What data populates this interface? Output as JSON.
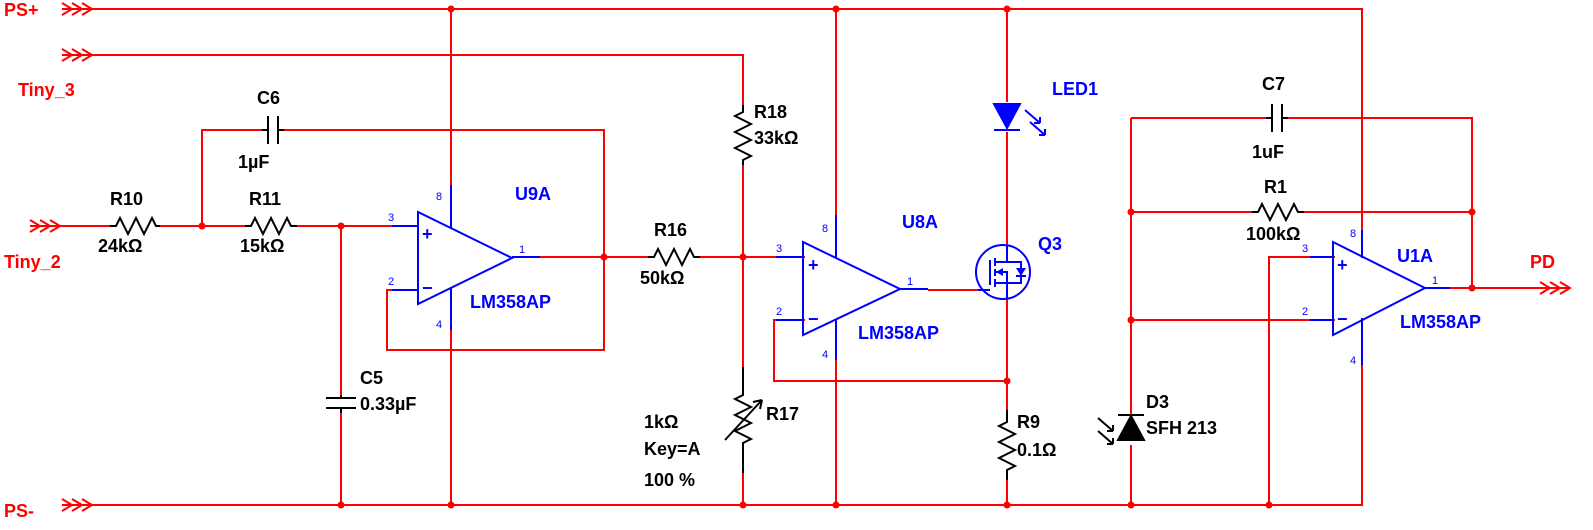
{
  "nets": {
    "ps_plus": "PS+",
    "ps_minus": "PS-",
    "tiny3": "Tiny_3",
    "tiny2": "Tiny_2",
    "pd": "PD"
  },
  "components": {
    "r10": {
      "ref": "R10",
      "value": "24kΩ"
    },
    "r11": {
      "ref": "R11",
      "value": "15kΩ"
    },
    "c6": {
      "ref": "C6",
      "value": "1µF"
    },
    "c5": {
      "ref": "C5",
      "value": "0.33µF"
    },
    "u9a": {
      "ref": "U9A",
      "part": "LM358AP"
    },
    "r16": {
      "ref": "R16",
      "value": "50kΩ"
    },
    "r18": {
      "ref": "R18",
      "value": "33kΩ"
    },
    "r17": {
      "ref": "R17",
      "value": "1kΩ",
      "key": "Key=A",
      "setting": "100 %"
    },
    "u8a": {
      "ref": "U8A",
      "part": "LM358AP"
    },
    "led1": {
      "ref": "LED1"
    },
    "q3": {
      "ref": "Q3"
    },
    "r9": {
      "ref": "R9",
      "value": "0.1Ω"
    },
    "c7": {
      "ref": "C7",
      "value": "1uF"
    },
    "r1": {
      "ref": "R1",
      "value": "100kΩ"
    },
    "u1a": {
      "ref": "U1A",
      "part": "LM358AP"
    },
    "d3": {
      "ref": "D3",
      "part": "SFH 213"
    }
  },
  "pins": {
    "in_plus": "3",
    "in_minus": "2",
    "out": "1",
    "vcc": "8",
    "gnd": "4",
    "plus_sign": "+",
    "minus_sign": "−"
  },
  "colors": {
    "wire": "#ff0000",
    "component": "#000000",
    "opamp": "#0000ff",
    "label": "#0000ff"
  }
}
